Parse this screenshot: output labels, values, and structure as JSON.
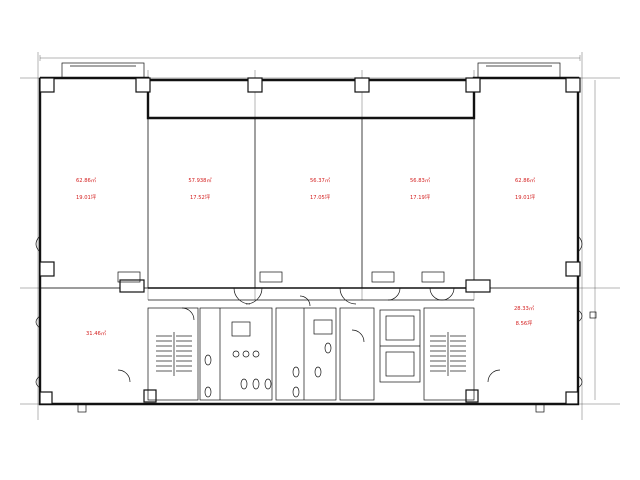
{
  "rooms": [
    {
      "id": "room-1",
      "area": "62.86㎡",
      "tsubo": "19.01坪"
    },
    {
      "id": "room-2",
      "area": "57.938㎡",
      "tsubo": "17.52坪"
    },
    {
      "id": "room-3",
      "area": "56.37㎡",
      "tsubo": "17.05坪"
    },
    {
      "id": "room-4",
      "area": "56.83㎡",
      "tsubo": "17.19坪"
    },
    {
      "id": "room-5",
      "area": "62.86㎡",
      "tsubo": "19.01坪"
    },
    {
      "id": "room-6",
      "area": "31.46㎡",
      "tsubo": ""
    },
    {
      "id": "room-7",
      "area": "28.33㎡",
      "tsubo": "8.56坪"
    }
  ],
  "colors": {
    "line": "#111111",
    "label": "#d42020",
    "background": "#ffffff"
  }
}
